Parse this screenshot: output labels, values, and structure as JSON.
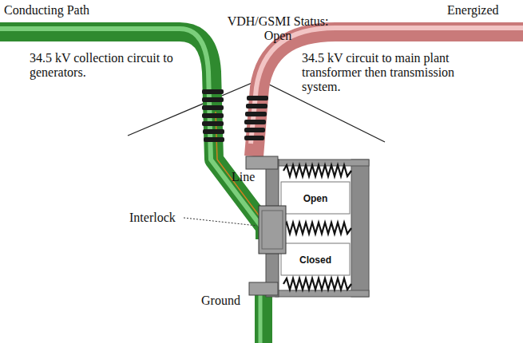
{
  "diagram": {
    "labels": [
      "Conducting Path",
      "Energized",
      "VDH/GSMI Status: Open",
      "34.5 kV collection circuit to generators.",
      "34.5 kV circuit to main plant transformer then transmission system.",
      "Line",
      "Open",
      "Interlock",
      "Closed",
      "Ground"
    ]
  }
}
